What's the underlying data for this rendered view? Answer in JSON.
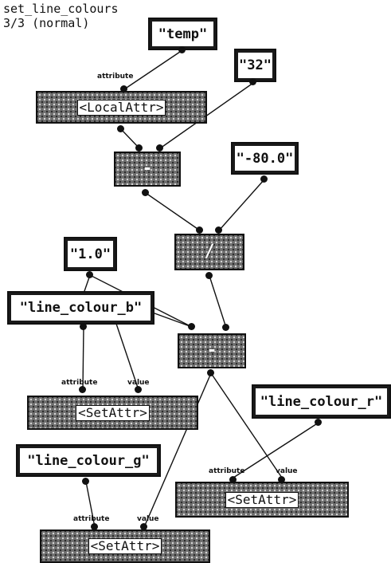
{
  "header": {
    "method_name": "set_line_colours",
    "case_label": "3/3 (normal)"
  },
  "nodes": {
    "temp": {
      "label": "\"temp\""
    },
    "n32": {
      "label": "\"32\""
    },
    "local_attr": {
      "label": "<LocalAttr>",
      "attribute_label": "attribute"
    },
    "minus": {
      "label": "-"
    },
    "n_80": {
      "label": "\"-80.0\""
    },
    "divide": {
      "label": "/"
    },
    "n1": {
      "label": "\"1.0\""
    },
    "lc_b": {
      "label": "\"line_colour_b\""
    },
    "minus2": {
      "label": "-"
    },
    "setattr_b": {
      "label": "<SetAttr>",
      "attribute_label": "attribute",
      "value_label": "value"
    },
    "lc_r": {
      "label": "\"line_colour_r\""
    },
    "lc_g": {
      "label": "\"line_colour_g\""
    },
    "setattr_r": {
      "label": "<SetAttr>",
      "attribute_label": "attribute",
      "value_label": "value"
    },
    "setattr_g": {
      "label": "<SetAttr>",
      "attribute_label": "attribute",
      "value_label": "value"
    }
  }
}
